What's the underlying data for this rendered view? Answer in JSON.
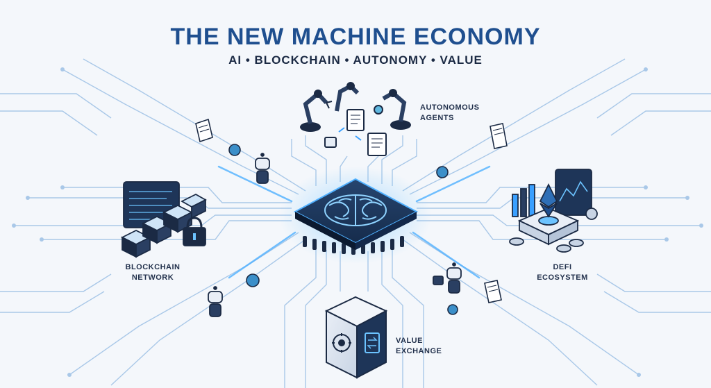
{
  "header": {
    "title": "THE NEW MACHINE ECONOMY",
    "subtitle": "AI • BLOCKCHAIN • AUTONOMY • VALUE"
  },
  "nodes": {
    "autonomous_agents": {
      "line1": "AUTONOMOUS",
      "line2": "AGENTS",
      "icon": "robot-arms-icon"
    },
    "blockchain_network": {
      "line1": "BLOCKCHAIN",
      "line2": "NETWORK",
      "icon": "blockchain-blocks-icon"
    },
    "defi_ecosystem": {
      "line1": "DEFI",
      "line2": "ECOSYSTEM",
      "icon": "ethereum-icon"
    },
    "value_exchange": {
      "line1": "VALUE",
      "line2": "EXCHANGE",
      "icon": "vault-icon"
    },
    "center": {
      "icon": "ai-brain-chip-icon"
    }
  },
  "colors": {
    "title": "#1f4f8f",
    "accent": "#3aa0ff",
    "dark_navy": "#1b2a44",
    "line": "#9fc3e6"
  }
}
